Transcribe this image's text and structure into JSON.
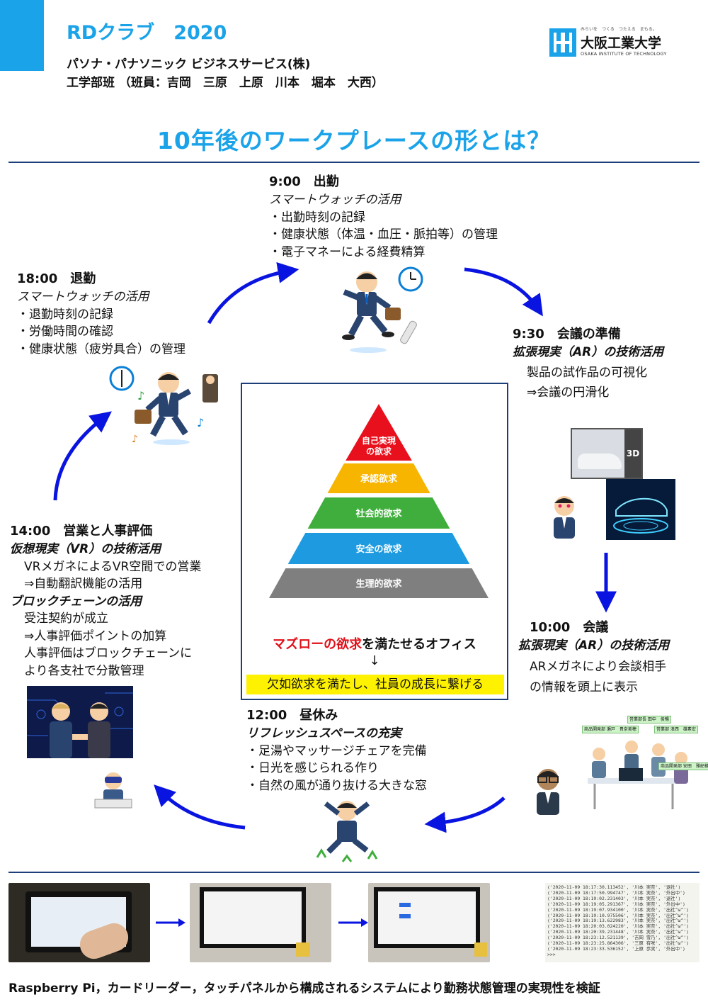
{
  "header": {
    "club": "RDクラブ　2020",
    "company": "パソナ・パナソニック ビジネスサービス(株)",
    "team": "工学部班 （班員：吉岡　三原　上原　川本　堀本　大西）"
  },
  "logo": {
    "tagline": "みらいを　つくる　つたえる　まもる。",
    "name": "大阪工業大学",
    "english": "OSAKA INSTITUTE OF TECHNOLOGY"
  },
  "title": "10年後のワークプレースの形とは？",
  "schedule": {
    "s0900": {
      "time": "9:00　出勤",
      "subtitle": "スマートウォッチの活用",
      "items": [
        "・出勤時刻の記録",
        "・健康状態（体温・血圧・脈拍等）の管理",
        "・電子マネーによる経費精算"
      ]
    },
    "s0930": {
      "time": "9:30　会議の準備",
      "subtitle": "拡張現実（AR）の技術活用",
      "items": [
        "製品の試作品の可視化",
        "⇒会議の円滑化"
      ]
    },
    "s1000": {
      "time": "10:00　会議",
      "subtitle": "拡張現実（AR）の技術活用",
      "items": [
        "ARメガネにより会談相手",
        "の情報を頭上に表示"
      ]
    },
    "s1200": {
      "time": "12:00　昼休み",
      "subtitle": "リフレッシュスペースの充実",
      "items": [
        "・足湯やマッサージチェアを完備",
        "・日光を感じられる作り",
        "・自然の風が通り抜ける大きな窓"
      ]
    },
    "s1400": {
      "time": "14:00　営業と人事評価",
      "subtitle": "仮想現実（VR）の技術活用",
      "items": [
        "VRメガネによるVR空間での営業",
        "⇒自動翻訳機能の活用"
      ],
      "subtitle2": "ブロックチェーンの活用",
      "items2": [
        "受注契約が成立",
        "⇒人事評価ポイントの加算",
        "人事評価はブロックチェーンに",
        "より各支社で分散管理"
      ]
    },
    "s1800": {
      "time": "18:00　退勤",
      "subtitle": "スマートウォッチの活用",
      "items": [
        "・退勤時刻の記録",
        "・労働時間の確認",
        "・健康状態（疲労具合）の管理"
      ]
    }
  },
  "pyramid": [
    "自己実現の欲求",
    "承認欲求",
    "社会的欲求",
    "安全の欲求",
    "生理的欲求"
  ],
  "pyramid_colors": [
    "#e8101c",
    "#f7b500",
    "#3fae3c",
    "#1e9be0",
    "#7f7f7f"
  ],
  "center": {
    "line1_red": "マズローの欲求",
    "line1_rest": "を満たせるオフィス",
    "arrow": "↓",
    "line2": "欠如欲求を満たし、社員の成長に繋げる"
  },
  "ar_labels": {
    "badge_3d": "3D"
  },
  "meeting_bubbles": [
    "商品開発部 瀬戸　貴奈美穂",
    "営業部長 田中　俊暢",
    "営業部 浪西　雄素宏",
    "商品開発部 安田　雅紀様"
  ],
  "log_lines": [
    "('2020-11-09 18:17:30.113452', '川本 実奈', '退社')",
    "('2020-11-09 18:17:50.994747', '川本 実奈', '外出中')",
    "('2020-11-09 18:19:02.231403', '川本 実奈', '退社')",
    "('2020-11-09 18:19:05.291367', '川本 実奈', '外出中')",
    "('2020-11-09 18:19:07.934100', '川本 実奈', '出社^ω^')",
    "('2020-11-09 18:19:10.975506', '川本 実奈', '出社^ω^')",
    "('2020-11-09 18:19:13.622983', '川本 実奈', '出社^ω^')",
    "('2020-11-09 18:20:03.024220', '川本 実奈', '出社^ω^')",
    "('2020-11-09 18:20:39.231448', '川本 実奈', '出社^ω^')",
    "('2020-11-09 18:23:12.521139', '吉岡 雪乃', '出社^ω^')",
    "('2020-11-09 18:23:25.864306', '三原 有咲', '出社^ω^')",
    "('2020-11-09 18:23:33.536152', '上原 歩実', '外出中')",
    ">>>"
  ],
  "footer": "Raspberry Pi，カードリーダー，タッチパネルから構成されるシステムにより勤務状態管理の実現性を検証"
}
